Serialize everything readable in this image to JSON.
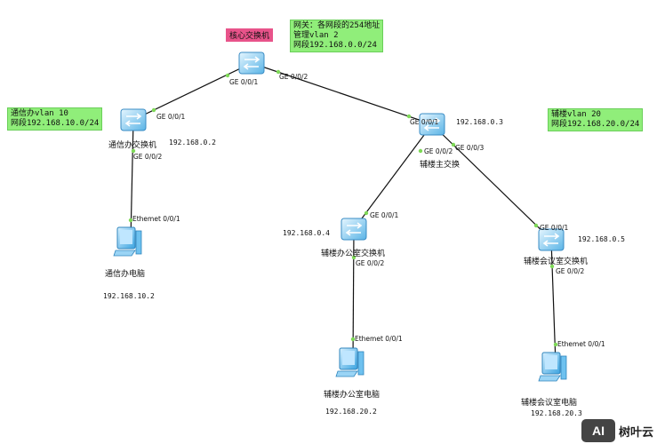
{
  "notes": {
    "core_label": "核心交换机",
    "gateway": [
      "网关：各网段的254地址",
      "管理vlan 2",
      "网段192.168.0.0/24"
    ],
    "comm_vlan": [
      "通信办vlan 10",
      "网段192.168.10.0/24"
    ],
    "aux_vlan": [
      "辅楼vlan 20",
      "网段192.168.20.0/24"
    ]
  },
  "devices": {
    "comm_switch": "通信办交换机",
    "aux_main_switch": "辅楼主交换",
    "aux_office_switch": "辅楼办公室交换机",
    "aux_meeting_switch": "辅楼会议室交换机",
    "comm_pc": "通信办电脑",
    "aux_office_pc": "辅楼办公室电脑",
    "aux_meeting_pc": "辅楼会议室电脑"
  },
  "ports": {
    "core_g1": "GE 0/0/1",
    "core_g2": "GE 0/0/2",
    "comm_g1": "GE 0/0/1",
    "comm_g2": "GE 0/0/2",
    "main_g1": "GE 0/0/1",
    "main_g2": "GE 0/0/2",
    "main_g3": "GE 0/0/3",
    "office_g1": "GE 0/0/1",
    "office_g2": "GE 0/0/2",
    "meeting_g1": "GE 0/0/1",
    "meeting_g2": "GE 0/0/2",
    "comm_pc_eth": "Ethemet 0/0/1",
    "office_pc_eth": "Ethemet 0/0/1",
    "meeting_pc_eth": "Ethemet 0/0/1"
  },
  "ips": {
    "comm_switch": "192.168.0.2",
    "aux_main_switch": "192.168.0.3",
    "aux_office_switch": "192.168.0.4",
    "aux_meeting_switch": "192.168.0.5",
    "comm_pc": "192.168.10.2",
    "aux_office_pc": "192.168.20.2",
    "aux_meeting_pc": "192.168.20.3"
  },
  "watermark": {
    "badge": "AI",
    "text": "树叶云"
  },
  "colors": {
    "note_bg": "#90ee7a",
    "core_label_bg": "#e8538a",
    "link": "#111111",
    "port_dot": "#7ed957"
  }
}
